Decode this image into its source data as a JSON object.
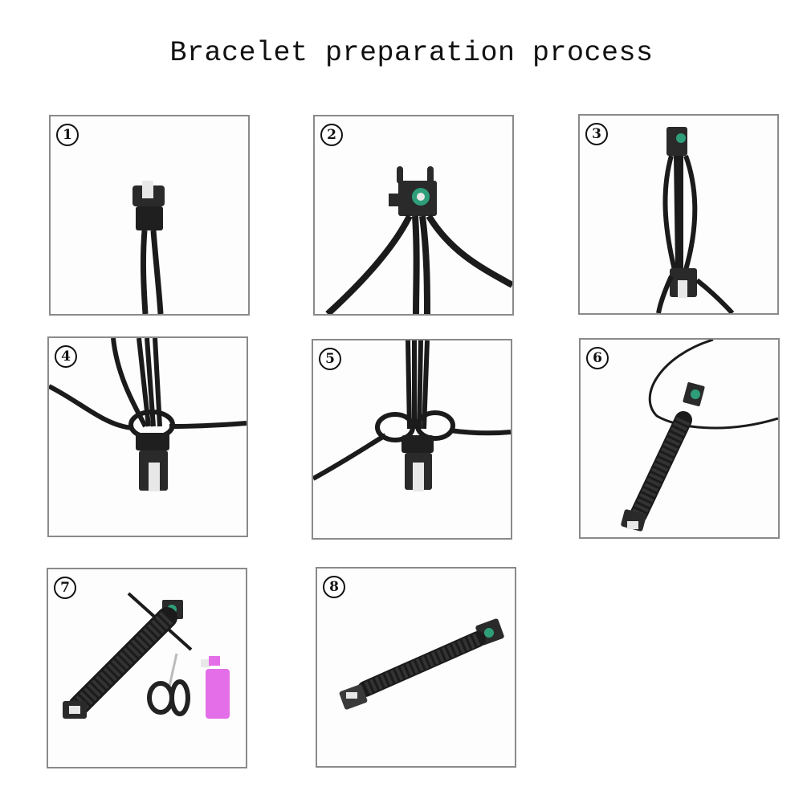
{
  "title": "Bracelet preparation process",
  "colors": {
    "background": "#ffffff",
    "panel_border": "#8a8a8a",
    "cord": "#1b1b1b",
    "buckle": "#2a2a2a",
    "compass": "#2e9e7a",
    "lighter": "#e36ee8"
  },
  "steps": [
    {
      "number": "1",
      "depiction": "Buckle with cord folded through it"
    },
    {
      "number": "2",
      "depiction": "Compass buckle with four cord strands spreading down"
    },
    {
      "number": "3",
      "depiction": "Cords stretched between compass buckle and bottom buckle"
    },
    {
      "number": "4",
      "depiction": "First cobra knot started above bottom buckle"
    },
    {
      "number": "5",
      "depiction": "Knot tightened with working strands to the sides"
    },
    {
      "number": "6",
      "depiction": "Braided paracord length with remaining strand"
    },
    {
      "number": "7",
      "depiction": "Finished braid with scissors and lighter for trimming and sealing"
    },
    {
      "number": "8",
      "depiction": "Completed paracord bracelet with compass buckle"
    }
  ]
}
